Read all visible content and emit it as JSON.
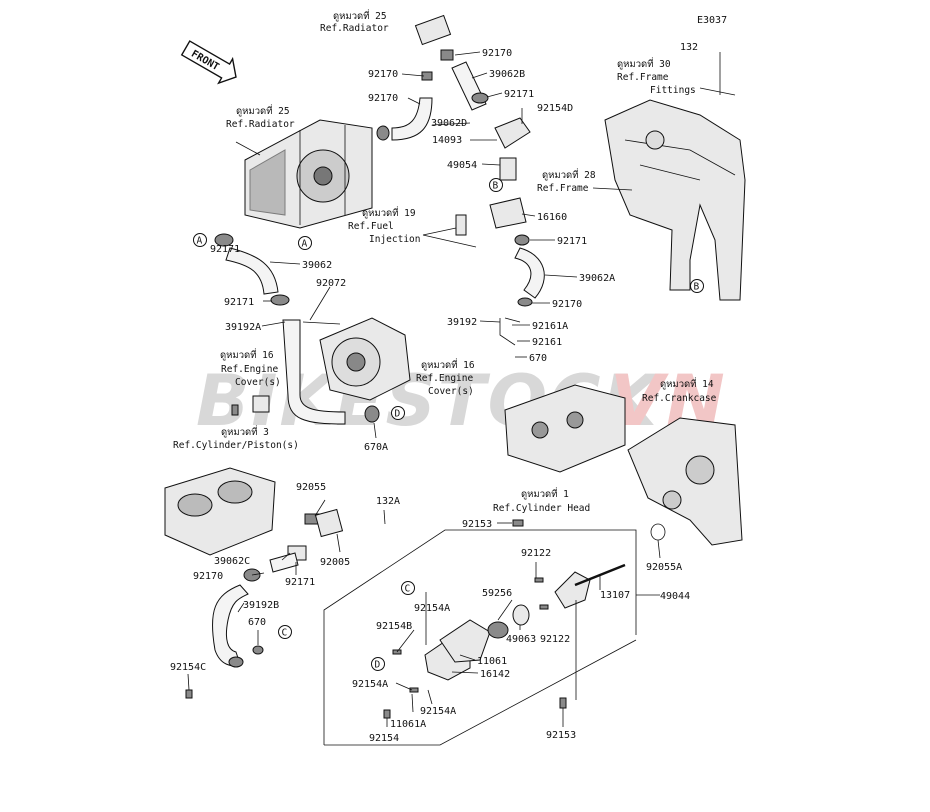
{
  "diagram_code": "E3037",
  "front_label": "FRONT",
  "watermark": {
    "text_main": "BIKESTOCK",
    "text_accent": "VN",
    "color_main": "#d8d8d8",
    "color_accent": "#f2c6c6"
  },
  "refs": {
    "radiator_top": {
      "th": "ดูหมวดที่ 25",
      "en": "Ref.Radiator"
    },
    "radiator_left": {
      "th": "ดูหมวดที่ 25",
      "en": "Ref.Radiator"
    },
    "frame_fittings": {
      "th": "ดูหมวดที่ 30",
      "en1": "Ref.Frame",
      "en2": "Fittings"
    },
    "frame": {
      "th": "ดูหมวดที่ 28",
      "en": "Ref.Frame"
    },
    "fuel_injection": {
      "th": "ดูหมวดที่ 19",
      "en1": "Ref.Fuel",
      "en2": "Injection"
    },
    "engine_cover_right": {
      "th": "ดูหมวดที่ 16",
      "en1": "Ref.Engine",
      "en2": "Cover(s)"
    },
    "engine_cover_left": {
      "th": "ดูหมวดที่ 16",
      "en1": "Ref.Engine",
      "en2": "Cover(s)"
    },
    "cylinder_piston": {
      "th": "ดูหมวดที่ 3",
      "en": "Ref.Cylinder/Piston(s)"
    },
    "crankcase": {
      "th": "ดูหมวดที่ 14",
      "en": "Ref.Crankcase"
    },
    "cylinder_head": {
      "th": "ดูหมวดที่ 1",
      "en": "Ref.Cylinder Head"
    }
  },
  "callouts": {
    "a": "A",
    "b": "B",
    "c": "C",
    "d": "D"
  },
  "parts": {
    "p92170_top": "92170",
    "p39062b": "39062B",
    "p92170_left": "92170",
    "p92170_mid": "92170",
    "p92171_top": "92171",
    "p92154d": "92154D",
    "p39062d": "39062D",
    "p14093": "14093",
    "p49054": "49054",
    "p16160": "16160",
    "p92171_b": "92171",
    "p39062a": "39062A",
    "p92170_r": "92170",
    "p39192": "39192",
    "p92161a": "92161A",
    "p92161": "92161",
    "p670": "670",
    "p132_top": "132",
    "p92171_a": "92171",
    "p39062": "39062",
    "p92171_c": "92171",
    "p92072": "92072",
    "p39192a": "39192A",
    "p670a": "670A",
    "p92055": "92055",
    "p132a": "132A",
    "p92153_top": "92153",
    "p92122_a": "92122",
    "p92122_b": "92122",
    "p39062c": "39062C",
    "p92170_low": "92170",
    "p92171_low": "92171",
    "p92005": "92005",
    "p39192b": "39192B",
    "p670_low": "670",
    "p92154c": "92154C",
    "p59256": "59256",
    "p49063": "49063",
    "p13107": "13107",
    "p92055a": "92055A",
    "p49044": "49044",
    "p92154a_1": "92154A",
    "p92154b": "92154B",
    "p11061": "11061",
    "p16142": "16142",
    "p92154a_2": "92154A",
    "p92154a_3": "92154A",
    "p11061a": "11061A",
    "p92154": "92154",
    "p92153_low": "92153"
  }
}
